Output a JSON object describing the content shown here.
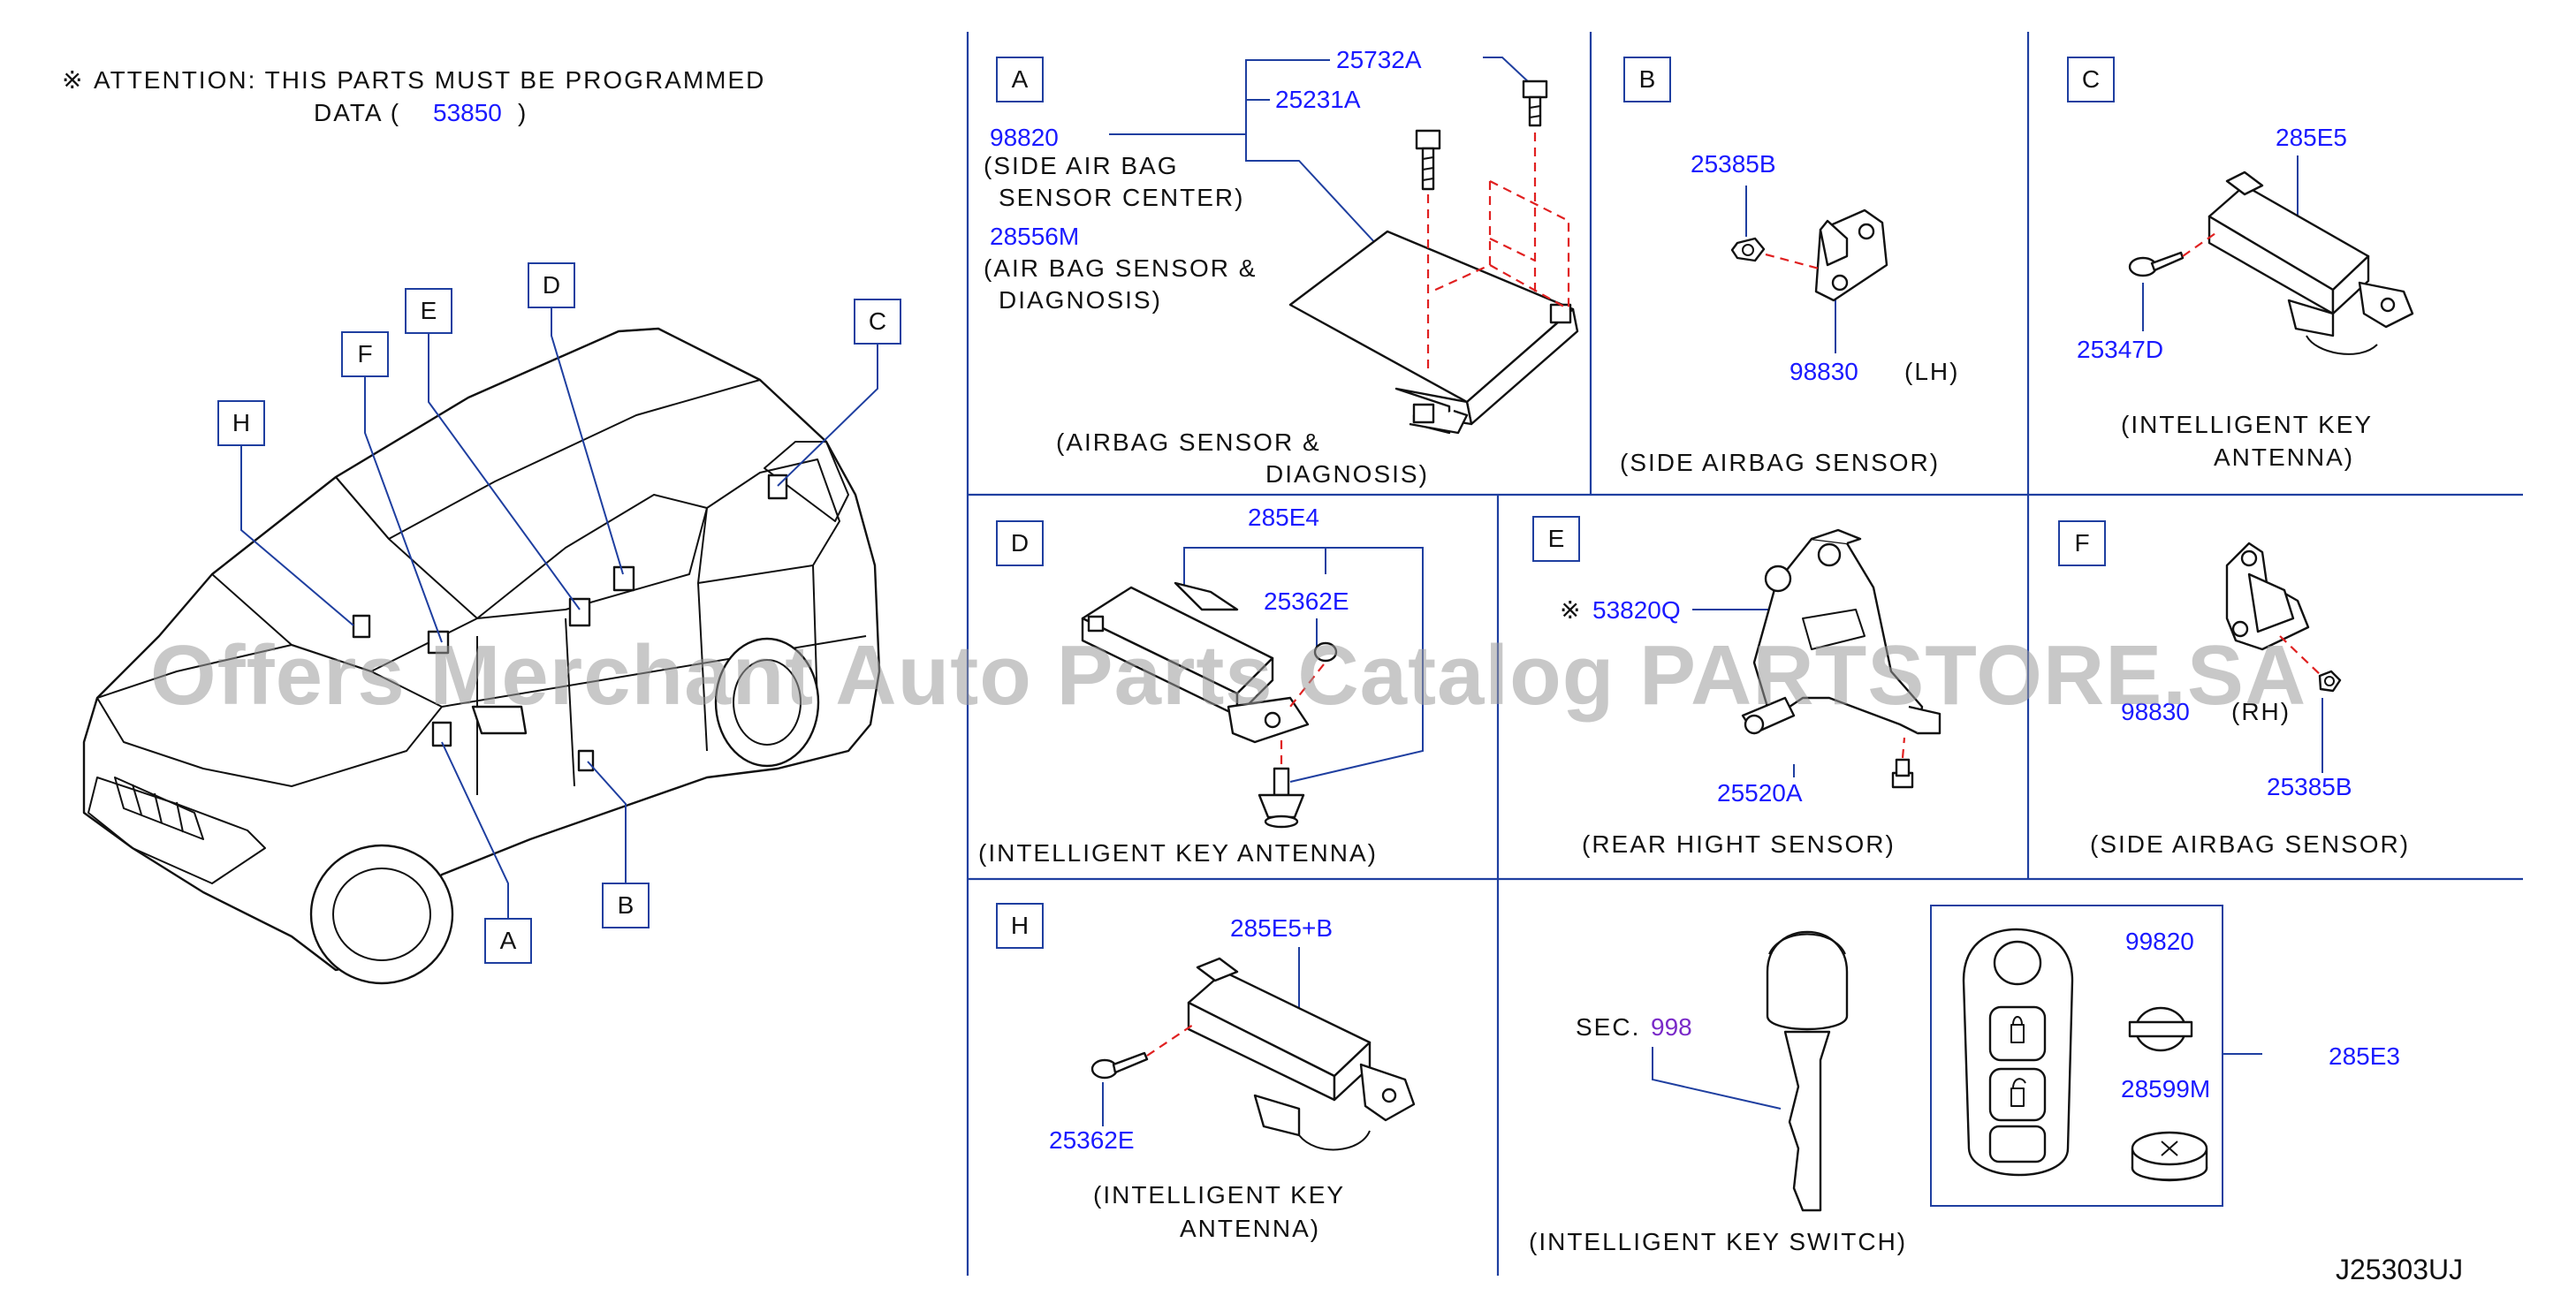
{
  "attention": {
    "mark": "※",
    "line1": "ATTENTION:  THIS  PARTS  MUST  BE  PROGRAMMED",
    "line2_prefix": "DATA  (",
    "part_number": "53850",
    "line2_suffix": ")"
  },
  "watermark": "Offers Merchant Auto Parts Catalog PARTSTORE.SA",
  "drawing_number": "J25303UJ",
  "vehicle_callouts": [
    "A",
    "B",
    "C",
    "D",
    "E",
    "F",
    "H"
  ],
  "panels": {
    "A": {
      "letter": "A",
      "parts": [
        "25732A",
        "25231A",
        "98820",
        "28556M"
      ],
      "labels": [
        "(SIDE  AIR  BAG",
        "SENSOR  CENTER)",
        "(AIR  BAG  SENSOR  &",
        "DIAGNOSIS)"
      ],
      "caption": [
        "(AIRBAG  SENSOR  &",
        "DIAGNOSIS)"
      ]
    },
    "B": {
      "letter": "B",
      "parts": [
        "25385B",
        "98830"
      ],
      "side": "(LH)",
      "caption": "(SIDE  AIRBAG  SENSOR)"
    },
    "C": {
      "letter": "C",
      "parts": [
        "285E5",
        "25347D"
      ],
      "caption": [
        "(INTELLIGENT  KEY",
        "ANTENNA)"
      ]
    },
    "D": {
      "letter": "D",
      "parts": [
        "285E4",
        "25362E"
      ],
      "caption": "(INTELLIGENT  KEY  ANTENNA)"
    },
    "E": {
      "letter": "E",
      "mark": "※",
      "parts": [
        "53820Q",
        "25520A"
      ],
      "caption": "(REAR  HIGHT  SENSOR)"
    },
    "F": {
      "letter": "F",
      "parts": [
        "98830",
        "25385B"
      ],
      "side": "(RH)",
      "caption": "(SIDE  AIRBAG  SENSOR)"
    },
    "H": {
      "letter": "H",
      "parts": [
        "285E5+B",
        "25362E"
      ],
      "caption": [
        "(INTELLIGENT  KEY",
        "ANTENNA)"
      ]
    },
    "KEY": {
      "sec_label": "SEC.",
      "sec_number": "998",
      "parts": [
        "99820",
        "28599M",
        "285E3"
      ],
      "caption": "(INTELLIGENT  KEY  SWITCH)"
    }
  }
}
